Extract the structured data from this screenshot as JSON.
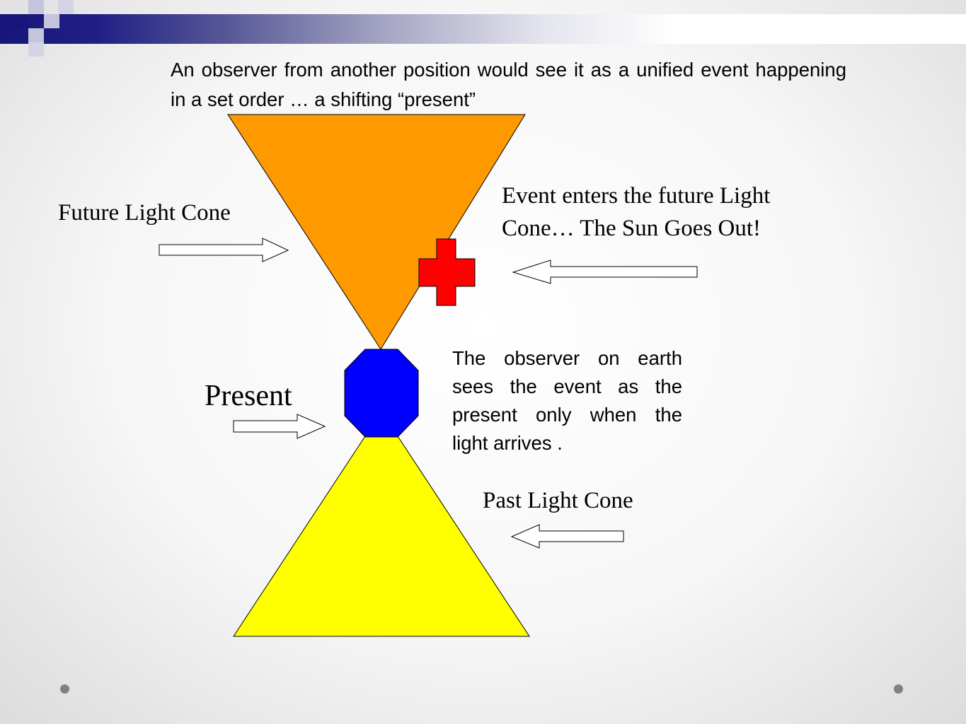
{
  "slide": {
    "top_note": "An observer from another position would see it as a unified event happening in a set order … a shifting “present”",
    "future_cone_label": "Future Light Cone",
    "event_label": "Event enters the future Light Cone… The Sun Goes Out!",
    "present_label": "Present",
    "earth_observer_note": "The observer on earth sees the event as the present only when the light arrives  .",
    "past_cone_label": "Past Light Cone"
  },
  "colors": {
    "future_cone": "#ff9900",
    "past_cone": "#ffff00",
    "present_marker": "#0000ff",
    "event_marker": "#ff0000",
    "header_dark": "#16167a",
    "header_light": "#a6a6c4",
    "dot": "#808080"
  },
  "icons": {
    "event_marker": "red-cross-icon",
    "present_marker": "blue-octagon-icon",
    "arrows": "block-arrow-icon"
  }
}
